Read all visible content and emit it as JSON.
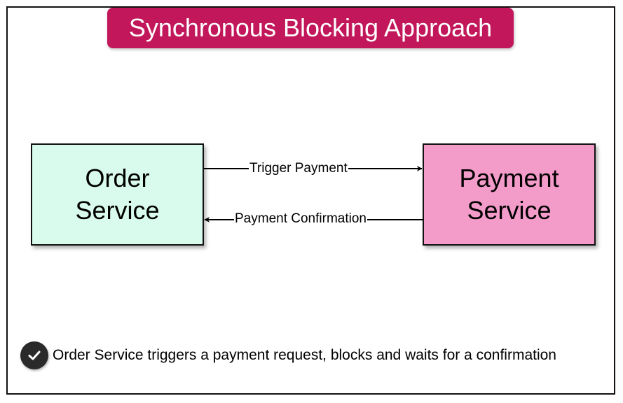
{
  "title": "Synchronous Blocking Approach",
  "nodes": {
    "order": "Order\nService",
    "payment": "Payment\nService"
  },
  "edges": {
    "trigger": "Trigger Payment",
    "confirm": "Payment Confirmation"
  },
  "note": {
    "icon": "check-circle-icon",
    "text": "Order Service triggers a payment request, blocks and waits for a confirmation"
  },
  "colors": {
    "title_bg": "#c2185b",
    "order_bg": "#d9fbee",
    "payment_bg": "#f39bc9"
  }
}
